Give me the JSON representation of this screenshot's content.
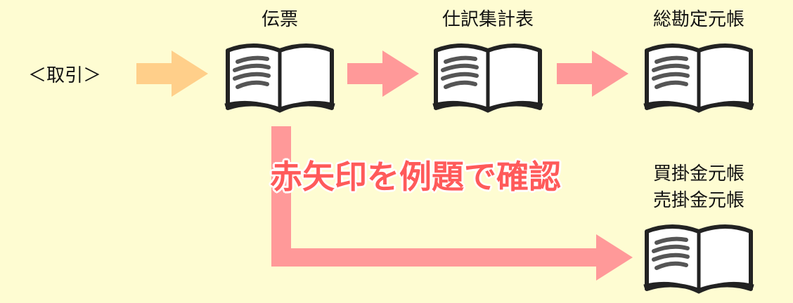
{
  "colors": {
    "background": "#fefcd2",
    "arrow_light": "#ffcf8a",
    "arrow_pink": "#ff9999",
    "banner_text": "#ff5a5a",
    "book_outline": "#222222",
    "book_lines": "#555555"
  },
  "labels": {
    "transaction": "＜取引＞",
    "slip": "伝票",
    "journal_summary": "仕訳集計表",
    "general_ledger": "総勘定元帳",
    "payable_ledger": "買掛金元帳",
    "receivable_ledger": "売掛金元帳"
  },
  "banner": "赤矢印を例題で確認",
  "icons": {
    "book": "open-book-icon"
  }
}
